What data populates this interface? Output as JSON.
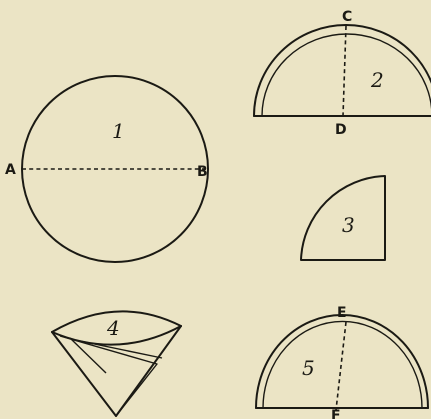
{
  "figures": [
    {
      "id": "1",
      "number": "1",
      "points": [
        "A",
        "B"
      ]
    },
    {
      "id": "2",
      "number": "2",
      "points": [
        "C",
        "D"
      ]
    },
    {
      "id": "3",
      "number": "3",
      "points": []
    },
    {
      "id": "4",
      "number": "4",
      "points": []
    },
    {
      "id": "5",
      "number": "5",
      "points": [
        "E",
        "F"
      ]
    }
  ],
  "colors": {
    "paper": "#ebe4c5",
    "ink": "#1b1a14"
  }
}
